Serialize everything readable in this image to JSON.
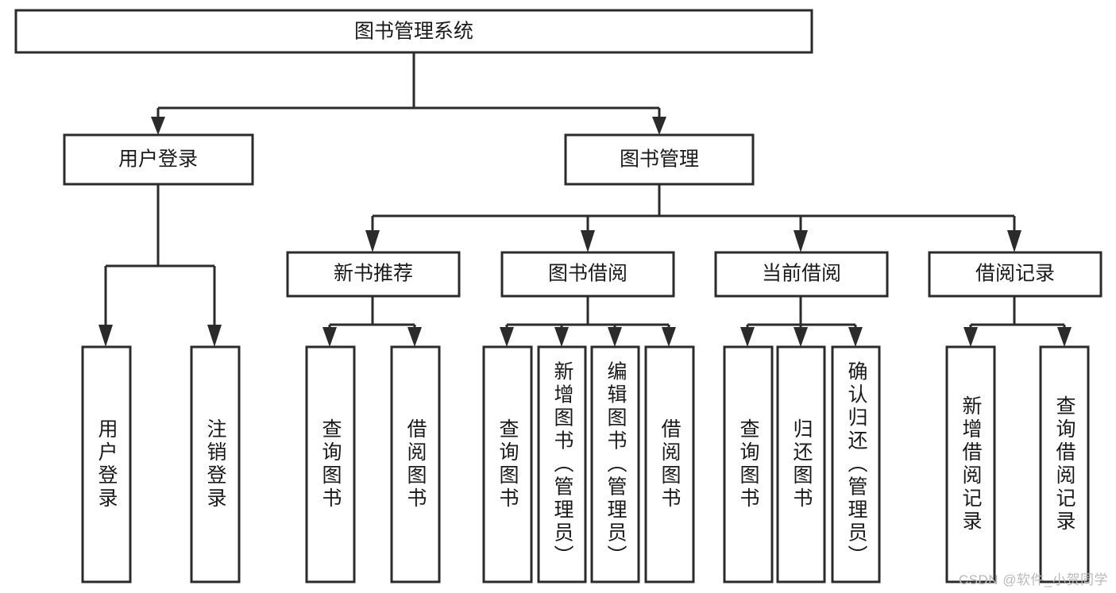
{
  "diagram": {
    "type": "tree-hierarchy-chart",
    "title": "图书管理系统",
    "watermark": "CSDN @软件_小贺同学",
    "colors": {
      "background": "#ffffff",
      "stroke": "#2b2b2b",
      "box_fill": "#ffffff",
      "text": "#1a1a1a",
      "watermark": "#b9b9b9"
    },
    "levels": [
      {
        "level": 1,
        "nodes": [
          {
            "id": "root",
            "label": "图书管理系统",
            "orientation": "horizontal"
          }
        ]
      },
      {
        "level": 2,
        "nodes": [
          {
            "id": "user-login",
            "label": "用户登录",
            "orientation": "horizontal",
            "parent": "root"
          },
          {
            "id": "book-manage",
            "label": "图书管理",
            "orientation": "horizontal",
            "parent": "root"
          }
        ]
      },
      {
        "level": 3,
        "nodes": [
          {
            "id": "new-book-recommend",
            "label": "新书推荐",
            "orientation": "horizontal",
            "parent": "book-manage"
          },
          {
            "id": "book-borrow",
            "label": "图书借阅",
            "orientation": "horizontal",
            "parent": "book-manage"
          },
          {
            "id": "current-borrow",
            "label": "当前借阅",
            "orientation": "horizontal",
            "parent": "book-manage"
          },
          {
            "id": "borrow-record",
            "label": "借阅记录",
            "orientation": "horizontal",
            "parent": "book-manage"
          }
        ]
      },
      {
        "level": 4,
        "nodes": [
          {
            "id": "leaf-user-login",
            "label": "用户登录",
            "orientation": "vertical",
            "parent": "user-login"
          },
          {
            "id": "leaf-logout",
            "label": "注销登录",
            "orientation": "vertical",
            "parent": "user-login"
          },
          {
            "id": "leaf-query-book-1",
            "label": "查询图书",
            "orientation": "vertical",
            "parent": "new-book-recommend"
          },
          {
            "id": "leaf-borrow-book-1",
            "label": "借阅图书",
            "orientation": "vertical",
            "parent": "new-book-recommend"
          },
          {
            "id": "leaf-query-book-2",
            "label": "查询图书",
            "orientation": "vertical",
            "parent": "book-borrow"
          },
          {
            "id": "leaf-add-book",
            "label": "新增图书（管理员）",
            "orientation": "vertical",
            "parent": "book-borrow"
          },
          {
            "id": "leaf-edit-book",
            "label": "编辑图书（管理员）",
            "orientation": "vertical",
            "parent": "book-borrow"
          },
          {
            "id": "leaf-borrow-book-2",
            "label": "借阅图书",
            "orientation": "vertical",
            "parent": "book-borrow"
          },
          {
            "id": "leaf-query-book-3",
            "label": "查询图书",
            "orientation": "vertical",
            "parent": "current-borrow"
          },
          {
            "id": "leaf-return-book",
            "label": "归还图书",
            "orientation": "vertical",
            "parent": "current-borrow"
          },
          {
            "id": "leaf-confirm-return",
            "label": "确认归还（管理员）",
            "orientation": "vertical",
            "parent": "current-borrow"
          },
          {
            "id": "leaf-add-record",
            "label": "新增借阅记录",
            "orientation": "vertical",
            "parent": "borrow-record"
          },
          {
            "id": "leaf-query-record",
            "label": "查询借阅记录",
            "orientation": "vertical",
            "parent": "borrow-record"
          }
        ]
      }
    ]
  }
}
